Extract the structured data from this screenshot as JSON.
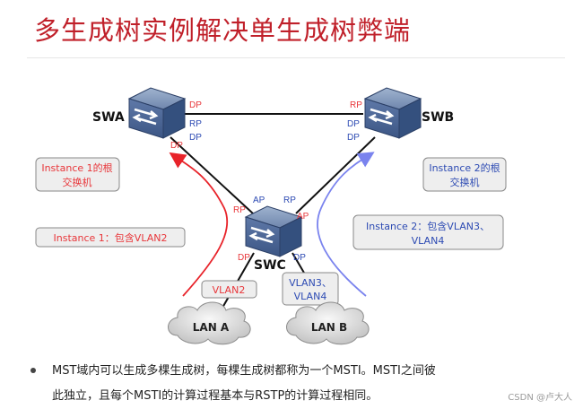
{
  "title": "多生成树实例解决单生成树弊端",
  "switches": {
    "swa": "SWA",
    "swb": "SWB",
    "swc": "SWC"
  },
  "ports": {
    "swa_dp_right": "DP",
    "swa_rp": "RP",
    "swa_dp_right2": "DP",
    "swa_dp_bottom": "DP",
    "swb_rp": "RP",
    "swb_dp_left": "DP",
    "swb_dp_left2": "DP",
    "swc_ap_left": "AP",
    "swc_rp_left": "RP",
    "swc_rp_right": "RP",
    "swc_ap_right": "AP",
    "swc_dp_bottom_left": "DP",
    "swc_dp_bottom_right": "DP"
  },
  "callouts": {
    "instance1_root": [
      "Instance 1的根",
      "交换机"
    ],
    "instance2_root": [
      "Instance 2的根",
      "交换机"
    ],
    "instance1_vlan": "Instance 1：包含VLAN2",
    "instance2_vlan": [
      "Instance 2：包含VLAN3、",
      "VLAN4"
    ],
    "vlan2": "VLAN2",
    "vlan34": [
      "VLAN3、",
      "VLAN4"
    ]
  },
  "lans": {
    "lan_a": "LAN A",
    "lan_b": "LAN B"
  },
  "bullet": {
    "line1": "MST域内可以生成多棵生成树，每棵生成树都称为一个MSTI。MSTI之间彼",
    "line2": "此独立，且每个MSTI的计算过程基本与RSTP的计算过程相同。"
  },
  "watermark": "CSDN @卢大人",
  "colors": {
    "title": "#c0202a",
    "port_red": "#e8373b",
    "port_blue": "#2d4bb3",
    "arrow_red": "#e8232a",
    "arrow_blue": "#7a83ee",
    "callout_bg": "#eeeeee"
  }
}
